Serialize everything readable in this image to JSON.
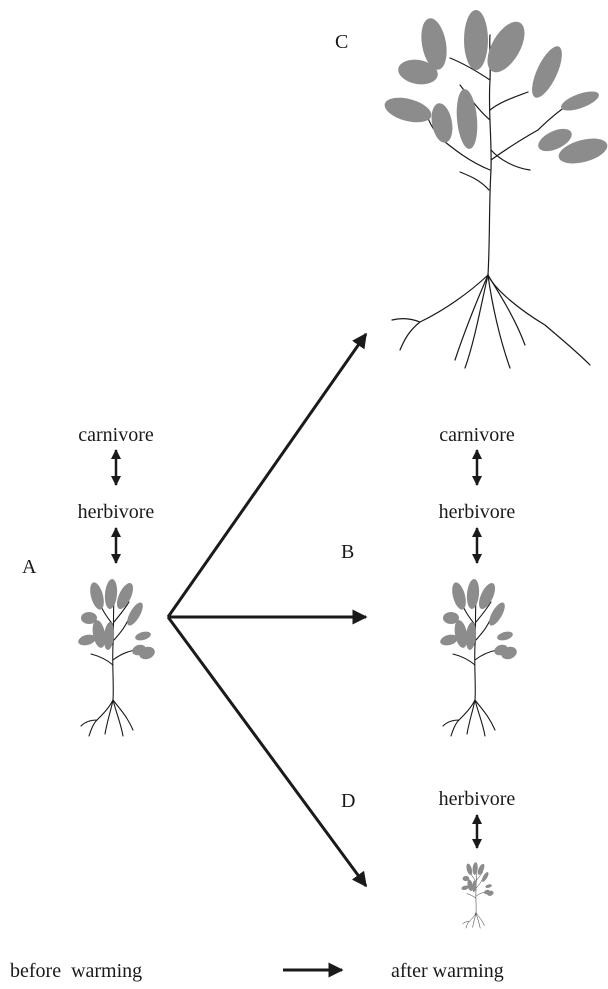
{
  "labels": {
    "A": "A",
    "B": "B",
    "C": "C",
    "D": "D"
  },
  "food_chain_A": {
    "top": "carnivore",
    "middle": "herbivore"
  },
  "food_chain_B": {
    "top": "carnivore",
    "middle": "herbivore"
  },
  "food_chain_D": {
    "middle": "herbivore"
  },
  "legend": {
    "before": "before  warming",
    "after": "after warming"
  },
  "colors": {
    "ink": "#1a1a1a",
    "leaf": "#8c8c8c"
  },
  "icons": [
    "large-plant-icon",
    "plant-icon",
    "small-plant-icon",
    "double-arrow-icon",
    "arrow-icon"
  ]
}
